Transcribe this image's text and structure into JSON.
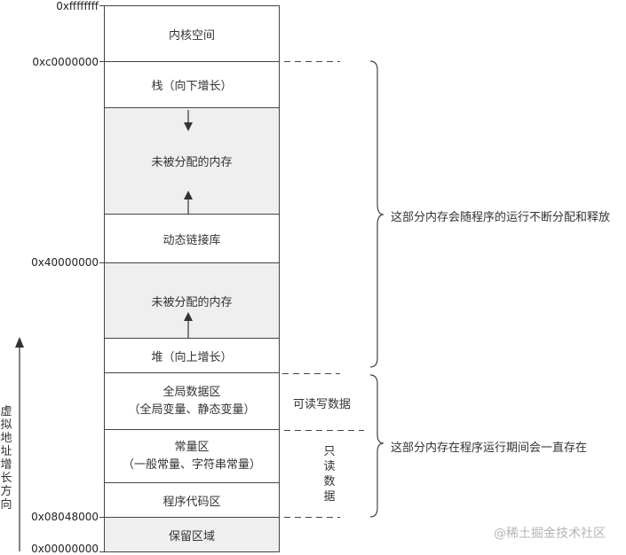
{
  "addresses": {
    "top": "0xffffffff",
    "kernel_start": "0xc0000000",
    "mid": "0x40000000",
    "code_start": "0x08048000",
    "bottom": "0x00000000"
  },
  "blocks": {
    "kernel": "内核空间",
    "stack": "栈（向下增长）",
    "unalloc1": "未被分配的内存",
    "shared_lib": "动态链接库",
    "unalloc2": "未被分配的内存",
    "heap": "堆（向上增长）",
    "data_line1": "全局数据区",
    "data_line2": "（全局变量、静态变量）",
    "const_line1": "常量区",
    "const_line2": "（一般常量、字符串常量）",
    "code": "程序代码区",
    "reserved": "保留区域"
  },
  "side_labels": {
    "read_write": "可读写数据",
    "read_only": "只读数据"
  },
  "braces": {
    "dynamic": "这部分内存会随程序的运行不断分配和释放",
    "static": "这部分内存在程序运行期间会一直存在"
  },
  "axis_label": "虚拟地址增长方向",
  "watermark": "@稀土掘金技术社区"
}
